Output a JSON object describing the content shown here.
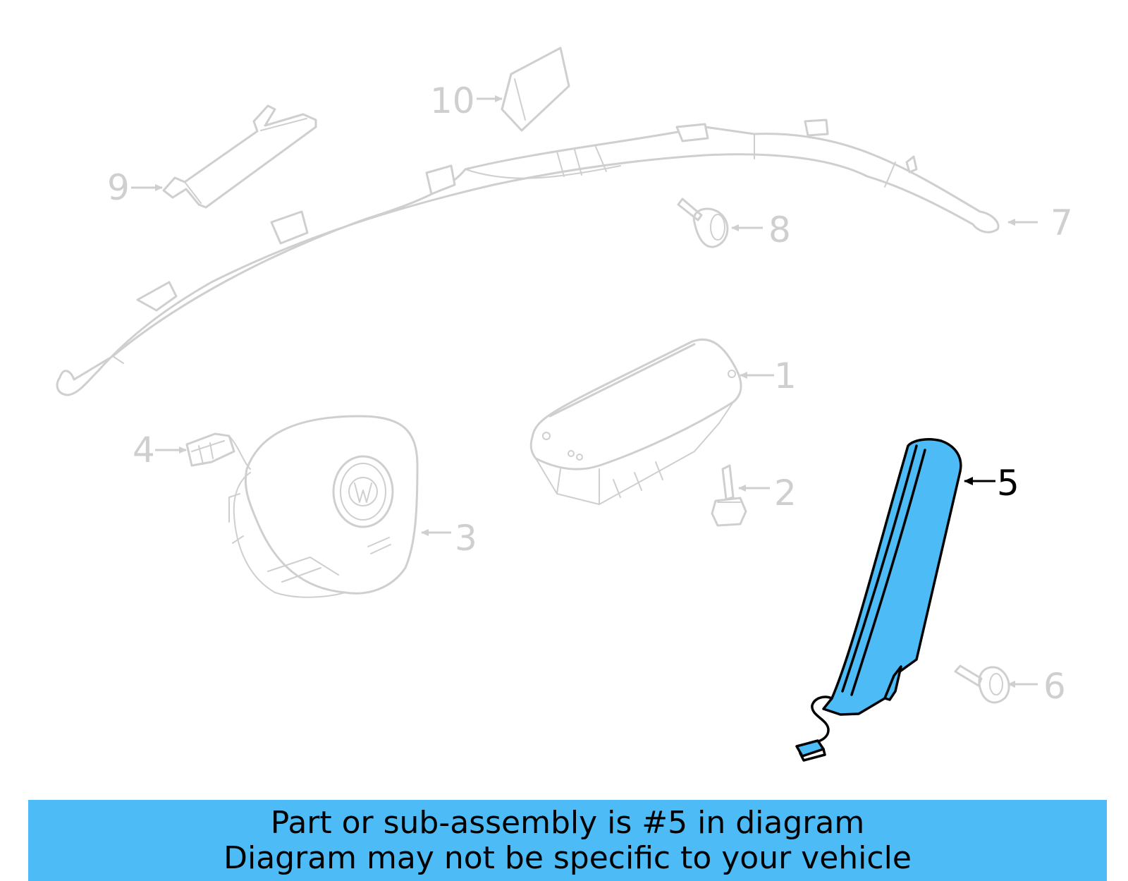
{
  "callouts": {
    "c1": "1",
    "c2": "2",
    "c3": "3",
    "c4": "4",
    "c5": "5",
    "c6": "6",
    "c7": "7",
    "c8": "8",
    "c9": "9",
    "c10": "10"
  },
  "highlighted_part": "5",
  "colors": {
    "highlight_fill": "#4dbbf5",
    "ghost_stroke": "#cfcfcf",
    "banner_bg": "#4dbbf5"
  },
  "banner": {
    "line1": "Part or sub-assembly is #5 in diagram",
    "line2": "Diagram may not be specific to your vehicle"
  }
}
